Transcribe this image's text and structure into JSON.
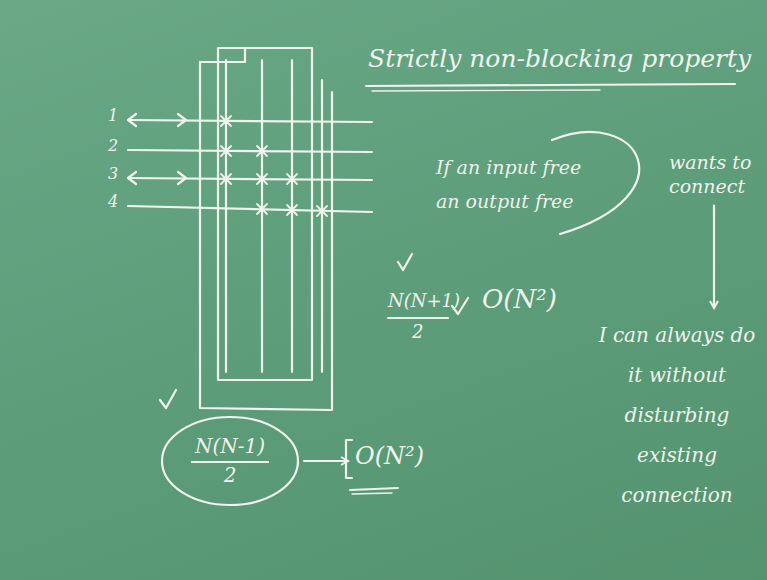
{
  "diagram": {
    "title": "Strictly non-blocking property",
    "nodes": [
      {
        "text": [
          "wants to connect"
        ]
      },
      {
        "text": [
          "I can always do it without disturbing existing connection"
        ]
      },
      {
        "text": [
          "N(N-1)",
          "2"
        ]
      },
      {
        "text": [
          "O(N²)"
        ]
      }
    ],
    "edges": [
      {
        "from": 0,
        "to": 1,
        "arrow": "to"
      },
      {
        "from": 2,
        "to": 3,
        "arrow": "to"
      }
    ],
    "labels": [
      "1",
      "2",
      "3",
      "4",
      "If an input free an output free",
      "N(N+1)",
      "2",
      "O(N²)"
    ]
  }
}
